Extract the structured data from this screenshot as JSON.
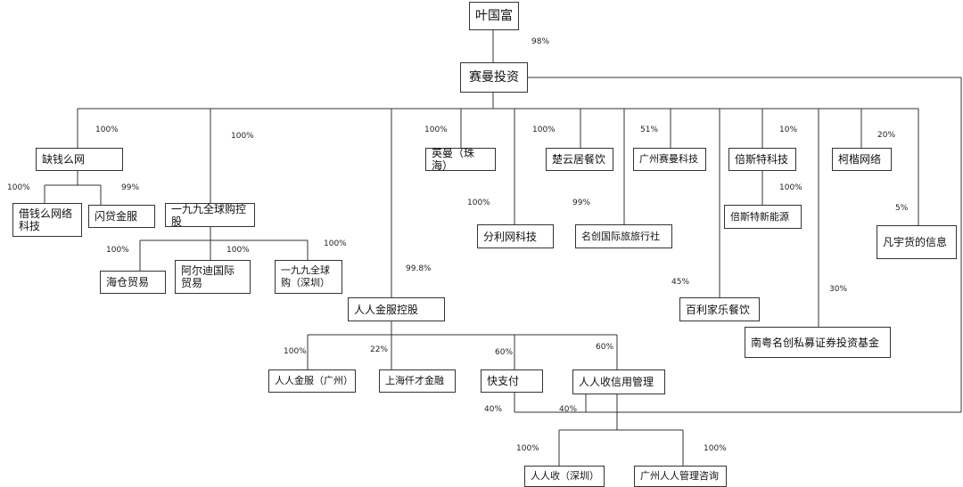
{
  "nodes": {
    "ye": "叶国富",
    "saiman": "赛曼投资",
    "queqian": "缺钱么网",
    "jieqian": "借钱么网络科技",
    "shandai": "闪贷金服",
    "jiujiu": "一九九全球购控股",
    "haicang": "海仓贸易",
    "aerdi": "阿尔迪国际贸易",
    "jiujiu_sz": "一九九全球购（深圳）",
    "yingman": "英曼（珠海）",
    "fenli": "分利网科技",
    "chuyun": "楚云居餐饮",
    "mingchuang_travel": "名创国际旅旅行社",
    "gz_saiman": "广州赛曼科技",
    "besitek": "倍斯特科技",
    "besitek_energy": "倍斯特新能源",
    "keti": "柯楷网络",
    "fanyu": "凡宇货的信息",
    "baili": "百利家乐餐饮",
    "nanyue": "南粤名创私募证券投资基金",
    "renren_kg": "人人金服控股",
    "renren_gz": "人人金服（广州）",
    "shanghai_qiancai": "上海仟才金融",
    "kuaizhifu": "快支付",
    "renren_credit": "人人收信用管理",
    "renren_sz": "人人收（深圳）",
    "gz_renren_consult": "广州人人管理咨询"
  },
  "percentages": {
    "ye_saiman": "98%",
    "queqian": "100%",
    "jiujiu": "100%",
    "yingman": "100%",
    "chuyun": "100%",
    "gz_saiman": "51%",
    "besitek": "10%",
    "keti": "20%",
    "jieqian": "100%",
    "shandai": "99%",
    "fenli": "100%",
    "mingchuang_travel": "99%",
    "besitek_energy": "100%",
    "fanyu": "5%",
    "haicang": "100%",
    "aerdi": "100%",
    "jiujiu_sz": "100%",
    "renren_kg": "99.8%",
    "baili": "45%",
    "nanyue": "30%",
    "renren_gz": "100%",
    "shanghai_qiancai": "22%",
    "kuaizhifu": "60%",
    "renren_credit": "60%",
    "kuaizhifu_from_saiman": "40%",
    "credit_from_saiman": "40%",
    "renren_sz": "100%",
    "gz_renren_consult": "100%"
  }
}
